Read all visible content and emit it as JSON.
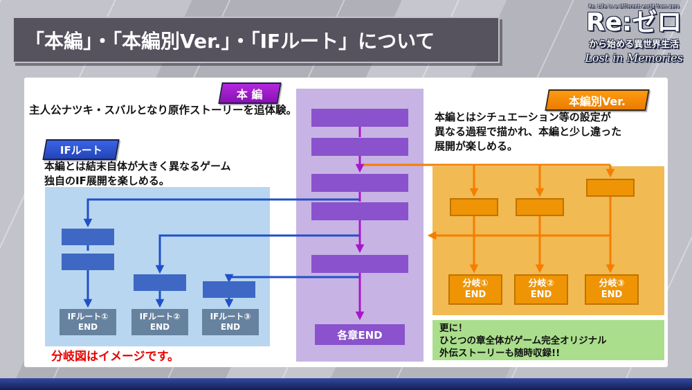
{
  "header": {
    "title": "「本編」・「本編別Ver.」・「IFルート」について"
  },
  "logo": {
    "tagline": "Re: Life in a different world from zero",
    "main": "Re:ゼロ",
    "sub": "から始める異世界生活",
    "script": "Lost in Memories"
  },
  "main_story": {
    "badge": "本 編",
    "description": "主人公ナツキ・スバルとなり原作ストーリーを追体験。",
    "end_label": "各章END"
  },
  "alt_version": {
    "badge": "本編別Ver.",
    "description_lines": [
      "本編とはシチュエーション等の設定が",
      "異なる過程で描かれ、本編と少し違った",
      "展開が楽しめる。"
    ],
    "ends": [
      {
        "name": "分岐①",
        "end": "END"
      },
      {
        "name": "分岐②",
        "end": "END"
      },
      {
        "name": "分岐③",
        "end": "END"
      }
    ]
  },
  "if_route": {
    "badge": "IFルート",
    "description_lines": [
      "本編とは結末自体が大きく異なるゲーム",
      "独自のIF展開を楽しめる。"
    ],
    "ends": [
      {
        "name": "IFルート①",
        "end": "END"
      },
      {
        "name": "IFルート②",
        "end": "END"
      },
      {
        "name": "IFルート③",
        "end": "END"
      }
    ],
    "note": "分岐図はイメージです。"
  },
  "extra_info": {
    "lines": [
      "更に！",
      "ひとつの章全体がゲーム完全オリジナル",
      "外伝ストーリーも随時収録!!"
    ]
  },
  "colors": {
    "main_purple": "#8a52cc",
    "main_region": "#c7b4e4",
    "arrow_magenta": "#a816c8",
    "if_blue": "#3e68c4",
    "if_region": "#b9d6f0",
    "if_end": "#66829e",
    "arrow_blue": "#2050c8",
    "alt_orange": "#ef9405",
    "alt_region": "#f1ba52",
    "arrow_orange": "#f57d00",
    "extra_green": "#aade8c",
    "note_red": "#e80000"
  }
}
